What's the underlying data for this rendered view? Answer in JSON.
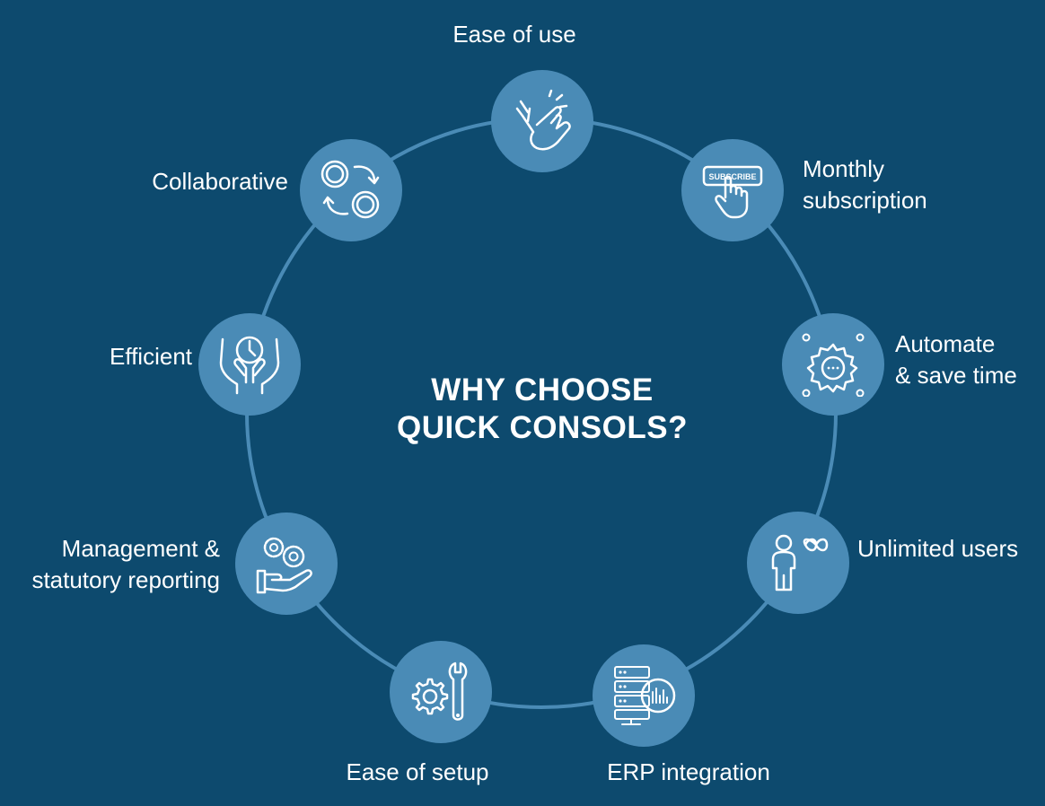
{
  "diagram": {
    "title_line1": "WHY CHOOSE",
    "title_line2": "QUICK CONSOLS?",
    "colors": {
      "background": "#0d4a6e",
      "node": "#4a8bb6",
      "ring": "#4a8bb6",
      "text": "#ffffff"
    },
    "nodes": [
      {
        "label": "Ease of use",
        "icon": "hand-snap-icon"
      },
      {
        "label": "Monthly\nsubscription",
        "icon": "subscribe-button-icon",
        "badge": "SUBSCRIBE"
      },
      {
        "label": "Automate\n& save time",
        "icon": "gear-network-icon"
      },
      {
        "label": "Unlimited users",
        "icon": "user-infinity-icon"
      },
      {
        "label": "ERP integration",
        "icon": "server-analytics-icon"
      },
      {
        "label": "Ease of setup",
        "icon": "gear-wrench-icon"
      },
      {
        "label": "Management &\nstatutory reporting",
        "icon": "hand-gears-icon"
      },
      {
        "label": "Efficient",
        "icon": "hands-clock-icon"
      },
      {
        "label": "Collaborative",
        "icon": "coins-exchange-icon"
      }
    ]
  }
}
